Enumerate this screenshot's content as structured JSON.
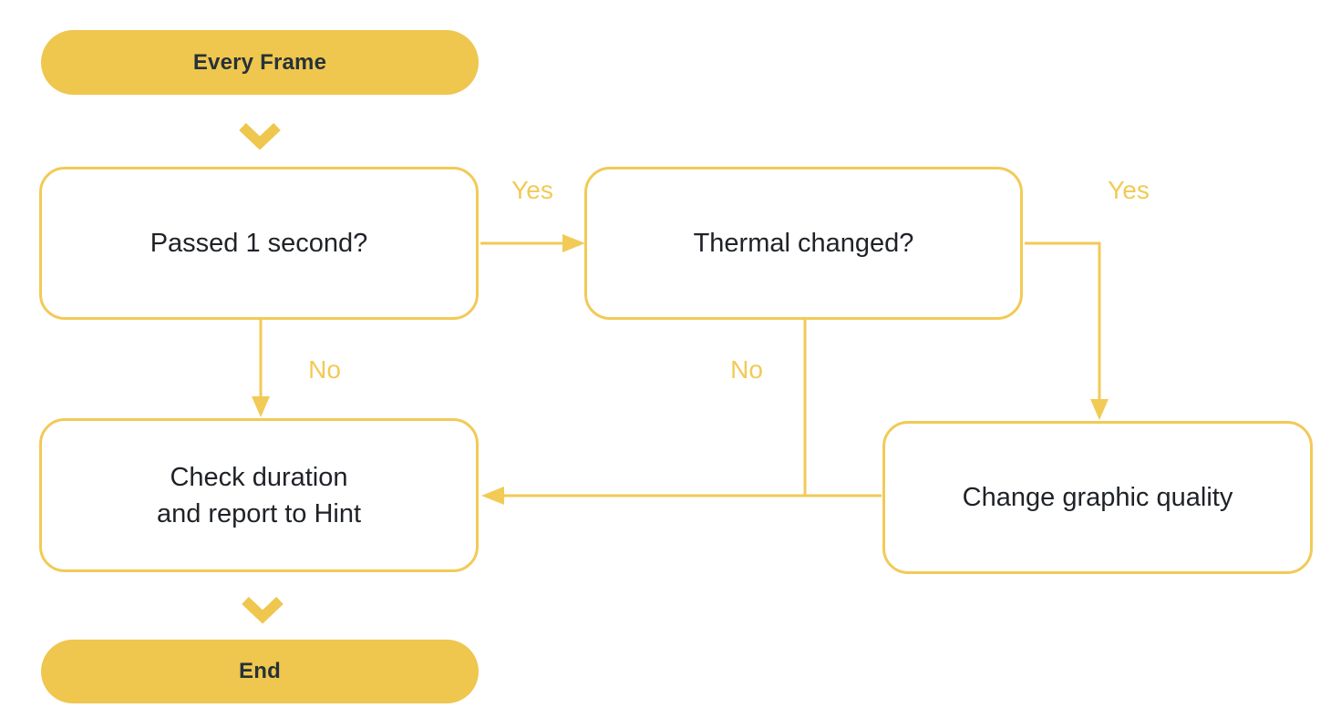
{
  "diagram": {
    "colors": {
      "accent_fill": "#EFC64E",
      "accent_line": "#F2CA56",
      "box_text": "#1F2227",
      "terminal_text": "#263238",
      "background": "#FFFFFF"
    },
    "nodes": {
      "start": {
        "label": "Every Frame"
      },
      "passed_one_second": {
        "label": "Passed 1 second?"
      },
      "thermal_changed": {
        "label": "Thermal changed?"
      },
      "check_duration": {
        "label": "Check duration\nand report to Hint"
      },
      "change_graphic_quality": {
        "label": "Change graphic quality"
      },
      "end": {
        "label": "End"
      }
    },
    "edge_labels": {
      "passed_yes": "Yes",
      "thermal_yes": "Yes",
      "passed_no": "No",
      "thermal_no": "No"
    }
  }
}
